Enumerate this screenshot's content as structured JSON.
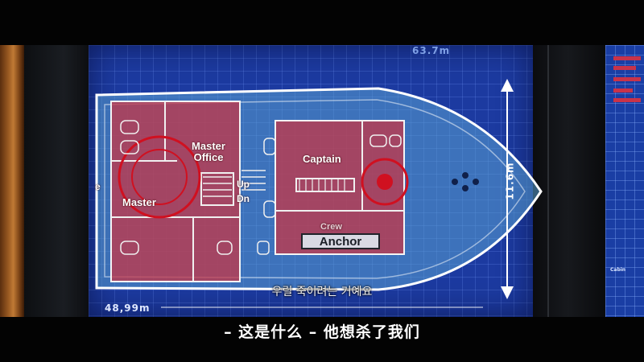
{
  "blueprint": {
    "dimension_top": "63.7m",
    "dimension_bottom": "48,99m",
    "dimension_side": "11.6m",
    "labels": {
      "master_office": "Master\nOffice",
      "master": "Master",
      "up": "Up",
      "dn": "Dn",
      "captain": "Captain",
      "crew": "Crew",
      "anchor": "Anchor",
      "edge_letter": "e"
    },
    "colors": {
      "screen_blue": "#1c3aa0",
      "hull_cyan": "#5aa0d0",
      "room_red": "#c0394a",
      "outline_white": "#ffffff"
    }
  },
  "right_panel": {
    "label": "Cabin"
  },
  "subtitles": {
    "korean": "우릴 죽이려는 거예요",
    "chinese": "– 这是什么 – 他想杀了我们"
  }
}
